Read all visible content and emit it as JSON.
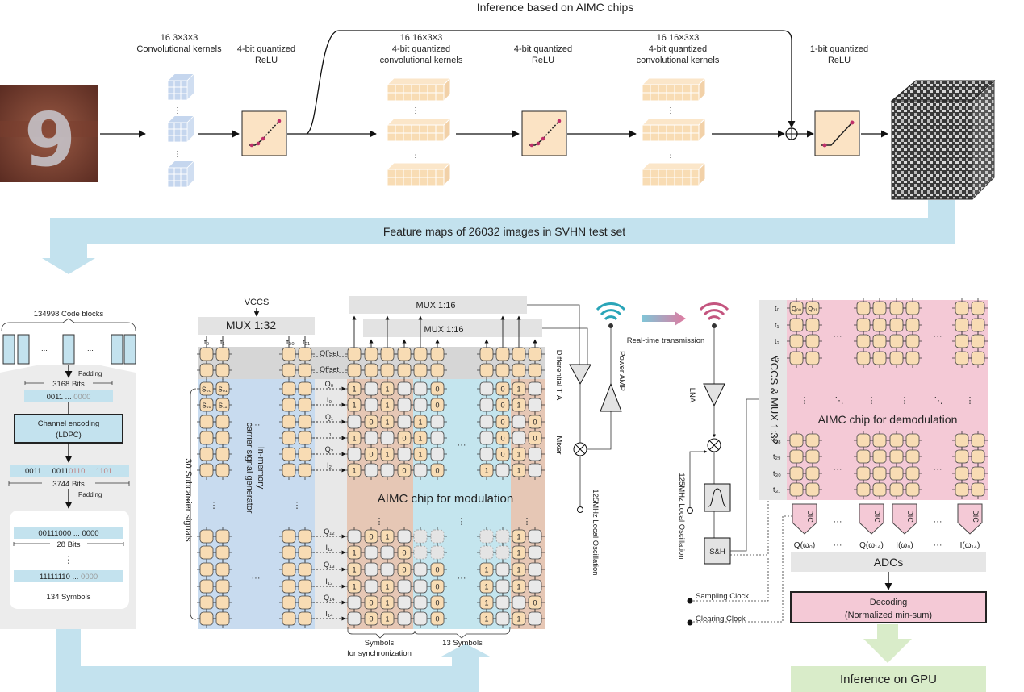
{
  "colors": {
    "peach_cell": "#f8dcb4",
    "blank_cell": "#e9e9e9",
    "generator_blue": "#c8dbef",
    "chip_brown": "#e6c7b5",
    "chip_cyan": "#c4e5ee",
    "demod_pink": "#f4c9d6",
    "band_blue": "#c3e2ee",
    "gpu_green": "#d9ecc9",
    "antenna_tx": "#2aa5b8",
    "antenna_rx": "#c4557f",
    "relu_box": "#fbe3c4"
  },
  "top": {
    "title": "Inference based on AIMC chips",
    "input_image_icon": "svhn-digit-9-image",
    "stage1": {
      "line1": "16 3×3×3",
      "line2": "Convolutional kernels"
    },
    "relu1": {
      "line1": "4-bit quantized",
      "line2": "ReLU"
    },
    "stage2": {
      "line1": "16 16×3×3",
      "line2": "4-bit quantized",
      "line3": "convolutional kernels"
    },
    "relu2": {
      "line1": "4-bit quantized",
      "line2": "ReLU"
    },
    "stage3": {
      "line1": "16 16×3×3",
      "line2": "4-bit quantized",
      "line3": "convolutional kernels"
    },
    "relu3": {
      "line1": "1-bit quantized",
      "line2": "ReLU"
    },
    "feature_band": "Feature maps of 26032 images in SVHN test set"
  },
  "encoding": {
    "code_blocks": "134998 Code blocks",
    "ellipsis": "...",
    "padding1": "Padding",
    "bits1": "3168 Bits",
    "seq1_black": "0011 ... ",
    "seq1_gray": "0000",
    "channel_line1": "Channel encoding",
    "channel_line2": "(LDPC)",
    "seq2_black": "0011 ... 0011",
    "seq2_red": "0110 ... 1101",
    "bits2": "3744 Bits",
    "padding2": "Padding",
    "sym1_black": "00111000 ... 0000",
    "bits3": "28 Bits",
    "vdots": "⋮",
    "sym2_black": "11111110 ... ",
    "sym2_gray": "0000",
    "symbols": "134 Symbols"
  },
  "modulation": {
    "vccs": "VCCS",
    "mux32": "MUX 1:32",
    "mux16a": "MUX 1:16",
    "mux16b": "MUX 1:16",
    "t_labels": [
      "t₀",
      "t₁",
      "t₃₀",
      "t₃₁"
    ],
    "offset": "Offset",
    "s_labels": [
      "S₀₀",
      "S₀₁",
      "S₁₀",
      "S₁₁"
    ],
    "row_labels_top": [
      "Q₀",
      "I₀",
      "Q₁",
      "I₁",
      "Q₂",
      "I₂"
    ],
    "row_labels_bottom": [
      "Q₁₂",
      "I₁₂",
      "Q₁₃",
      "I₁₃",
      "Q₁₄",
      "I₁₄"
    ],
    "cells_top": [
      [
        "1",
        "",
        "1",
        "",
        "",
        "0",
        "",
        "0",
        "1",
        ""
      ],
      [
        "1",
        "",
        "1",
        "",
        "",
        "0",
        "",
        "0",
        "1",
        ""
      ],
      [
        "",
        "0",
        "1",
        "",
        "1",
        "",
        "",
        "0",
        "",
        "0"
      ],
      [
        "1",
        "",
        "",
        "0",
        "1",
        "",
        "",
        "0",
        "",
        "0"
      ],
      [
        "",
        "0",
        "1",
        "",
        "1",
        "",
        "",
        "0",
        "1",
        ""
      ],
      [
        "1",
        "",
        "",
        "0",
        "",
        "0",
        "1",
        "",
        "1",
        ""
      ]
    ],
    "cells_bottom": [
      [
        "",
        "0",
        "1",
        "",
        "x",
        "x",
        "x",
        "x",
        "1",
        ""
      ],
      [
        "1",
        "",
        "",
        "0",
        "x",
        "x",
        "x",
        "x",
        "1",
        ""
      ],
      [
        "1",
        "",
        "",
        "0",
        "",
        "0",
        "1",
        "",
        "1",
        ""
      ],
      [
        "1",
        "",
        "1",
        "",
        "",
        "0",
        "1",
        "",
        "1",
        ""
      ],
      [
        "",
        "0",
        "1",
        "",
        "",
        "0",
        "1",
        "",
        "",
        "0"
      ],
      [
        "",
        "0",
        "1",
        "",
        "",
        "0",
        "1",
        "",
        "1",
        ""
      ]
    ],
    "subcarriers": "30 Subcarrier signals",
    "generator_line1": "In-memory",
    "generator_line2": "carrier signal generator",
    "chip_label": "AIMC chip for modulation",
    "sync_line1": "Symbols",
    "sync_line2": "for synchronization",
    "symbols13": "13 Symbols",
    "dots": "···",
    "vdots": "⋮"
  },
  "transmitter": {
    "tia": "Differential TIA",
    "mixer": "Mixer",
    "power_amp": "Power AMP",
    "lo": "125MHz Local Oscillation",
    "realtime": "Real-time transmission"
  },
  "receiver": {
    "lna": "LNA",
    "lo": "125MHz Local Oscillation",
    "sh": "S&H",
    "sampling": "Sampling Clock",
    "clearing": "Clearing Clock"
  },
  "demodulation": {
    "mux": "VCCS & MUX 1:32",
    "t_top": [
      "t₀",
      "t₁",
      "t₂",
      "t₃"
    ],
    "t_bottom": [
      "t₂₈",
      "t₂₉",
      "t₃₀",
      "t₃₁"
    ],
    "q_labels": [
      "Q₀₀",
      "Q₀₁"
    ],
    "chip_label": "AIMC chip for demodulation",
    "dic": "DIC",
    "outputs": [
      "Q(ω₀)",
      "Q(ω₁₄)",
      "I(ω₀)",
      "I(ω₁₄)"
    ],
    "dots": "···",
    "adcs": "ADCs",
    "decoding_line1": "Decoding",
    "decoding_line2": "(Normalized min-sum)",
    "gpu": "Inference on GPU"
  }
}
